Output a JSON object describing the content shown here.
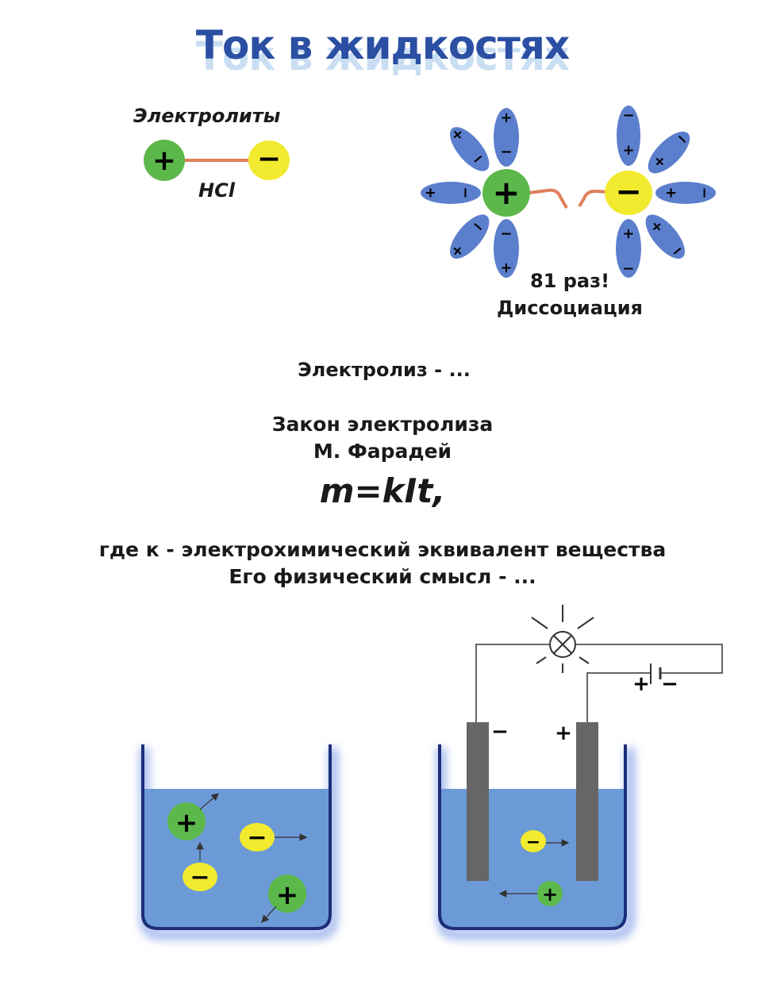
{
  "title": "Ток в жидкостях",
  "electrolytes": {
    "label": "Электролиты",
    "formula": "HCl",
    "plus": "+",
    "minus": "−"
  },
  "dissociation": {
    "note1": "81 раз!",
    "note2": "Диссоциация",
    "plus": "+",
    "minus": "−"
  },
  "text": {
    "electrolysis": "Электролиз - ...",
    "law": "Закон электролиза",
    "author": "М. Фарадей",
    "formula": "m=kIt,",
    "where": "где к - электрохимический эквивалент вещества",
    "meaning": "Его физический смысл - ..."
  },
  "beaker_left": {
    "ions": [
      "+",
      "−",
      "−",
      "+"
    ]
  },
  "beaker_right": {
    "electrode_minus": "−",
    "electrode_plus": "+",
    "battery_plus": "+",
    "battery_minus": "−",
    "ion_neg": "−",
    "ion_pos": "+"
  },
  "colors": {
    "title": "#2b4fa2",
    "positive_ion": "#5cb84a",
    "negative_ion": "#f2ea2e",
    "water_molecule": "#5b7fcc",
    "liquid": "#6b9ad6",
    "electrode": "#666666"
  }
}
